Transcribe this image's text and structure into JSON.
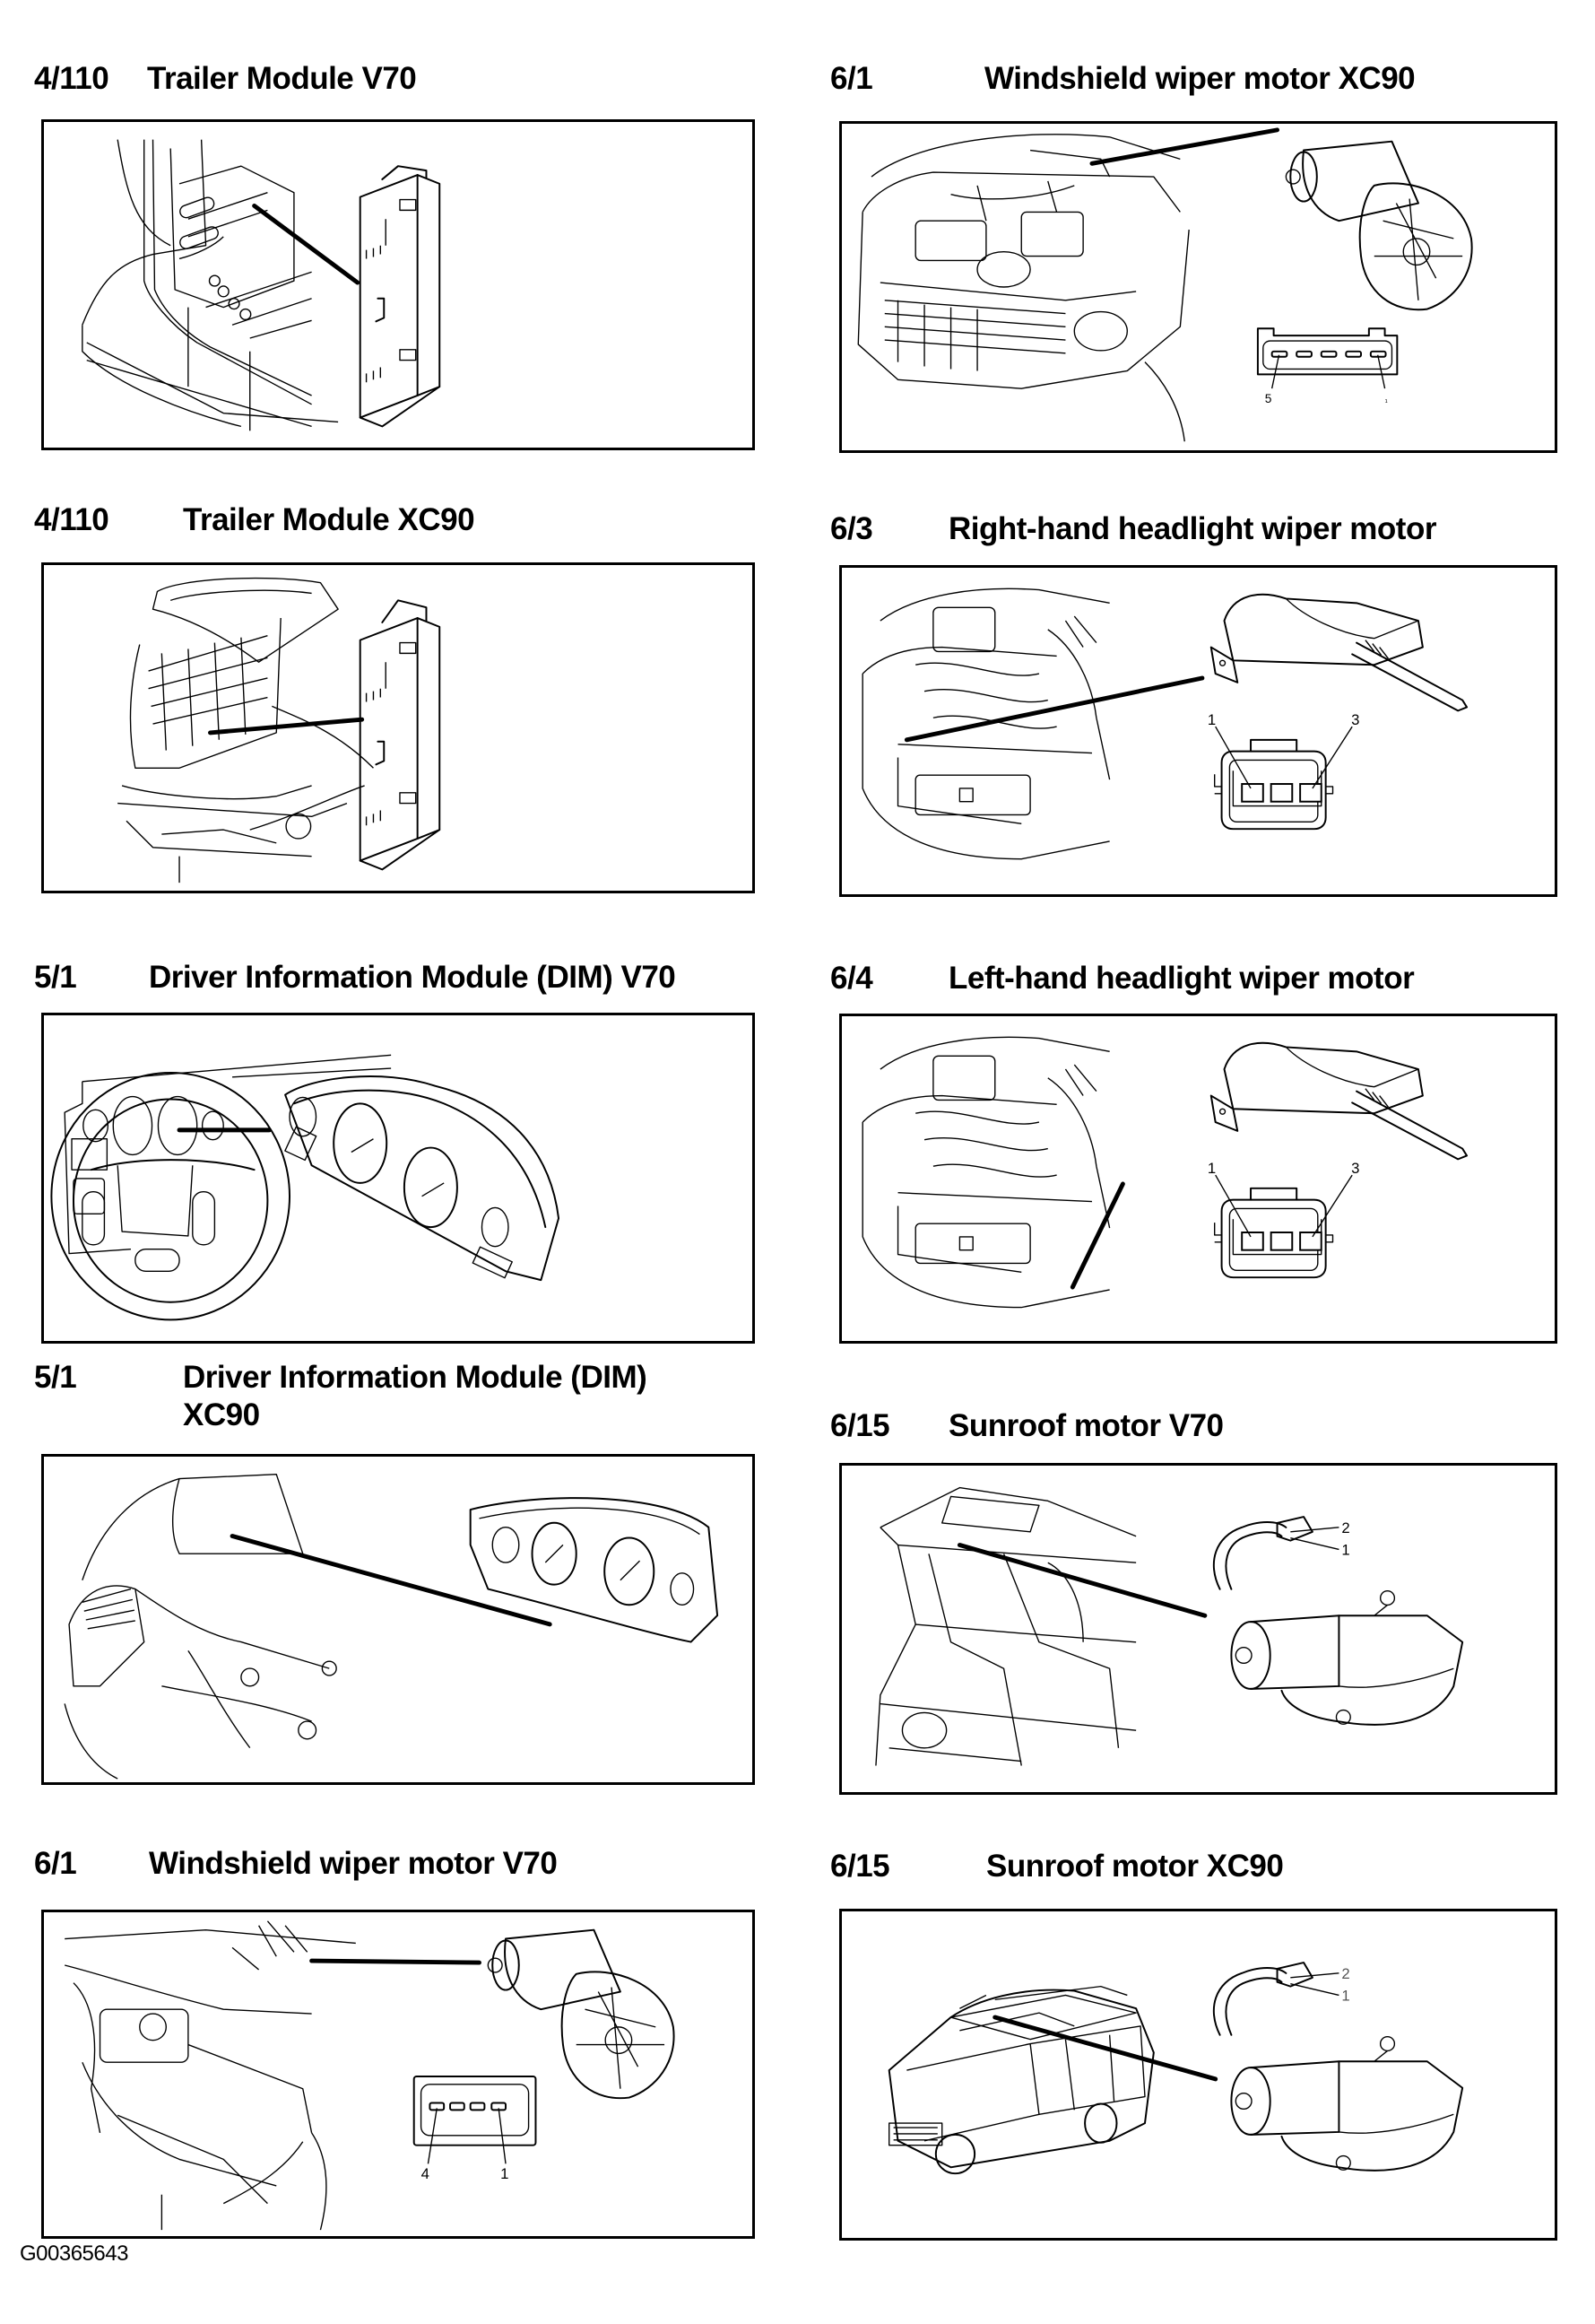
{
  "document": {
    "figure_code": "G00365643"
  },
  "sections": [
    {
      "id": "trailer-module-v70",
      "number": "4/110",
      "title": "Trailer Module V70",
      "pin_labels": []
    },
    {
      "id": "windshield-wiper-motor-xc90",
      "number": "6/1",
      "title": "Windshield wiper motor XC90",
      "pin_labels": [
        "5",
        "1"
      ]
    },
    {
      "id": "trailer-module-xc90",
      "number": "4/110",
      "title": "Trailer Module XC90",
      "pin_labels": []
    },
    {
      "id": "right-hand-headlight-wiper-motor",
      "number": "6/3",
      "title": "Right-hand headlight wiper motor",
      "pin_labels": [
        "1",
        "3"
      ]
    },
    {
      "id": "dim-v70",
      "number": "5/1",
      "title": "Driver Information Module (DIM) V70",
      "pin_labels": []
    },
    {
      "id": "left-hand-headlight-wiper-motor",
      "number": "6/4",
      "title": "Left-hand headlight wiper motor",
      "pin_labels": [
        "1",
        "3"
      ]
    },
    {
      "id": "dim-xc90",
      "number": "5/1",
      "title_line1": "Driver Information Module (DIM)",
      "title_line2": "XC90",
      "pin_labels": []
    },
    {
      "id": "sunroof-motor-v70",
      "number": "6/15",
      "title": "Sunroof motor V70",
      "pin_labels": [
        "2",
        "1"
      ]
    },
    {
      "id": "windshield-wiper-motor-v70",
      "number": "6/1",
      "title": "Windshield wiper motor V70",
      "pin_labels": [
        "4",
        "1"
      ]
    },
    {
      "id": "sunroof-motor-xc90",
      "number": "6/15",
      "title": "Sunroof motor XC90",
      "pin_labels": [
        "2",
        "1"
      ]
    }
  ]
}
